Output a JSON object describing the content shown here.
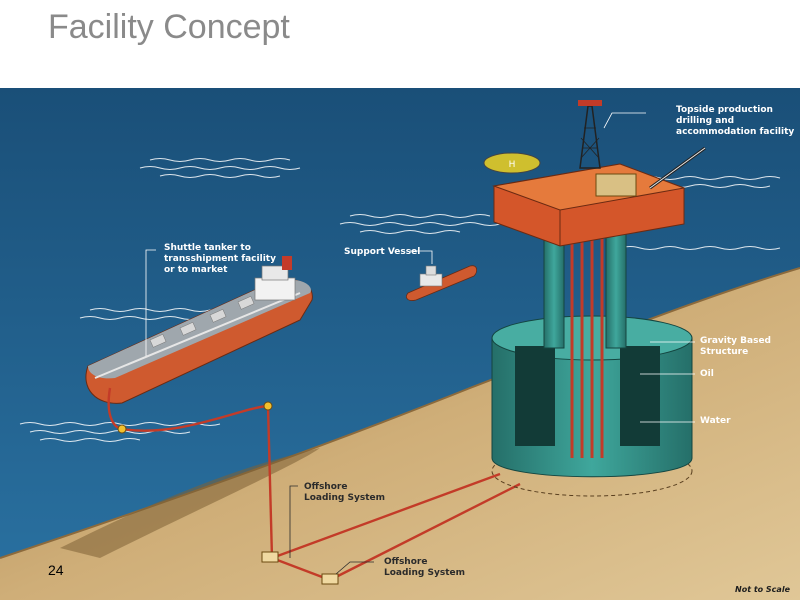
{
  "slide": {
    "title": "Facility Concept",
    "page_number": "24"
  },
  "labels": {
    "topside": "Topside production\ndrilling and\naccommodation facility",
    "shuttle": "Shuttle tanker to\ntransshipment facility\nor to market",
    "support": "Support Vessel",
    "gbs": "Gravity Based\nStructure",
    "oil": "Oil",
    "water": "Water",
    "ols1": "Offshore\nLoading System",
    "ols2": "Offshore\nLoading System",
    "scale": "Not to Scale"
  },
  "colors": {
    "sea": "#1f5f8c",
    "seabed": "#c9a36a",
    "platform": "#d4562a",
    "structure": "#2f8f86",
    "pipeline": "#b83a25"
  }
}
